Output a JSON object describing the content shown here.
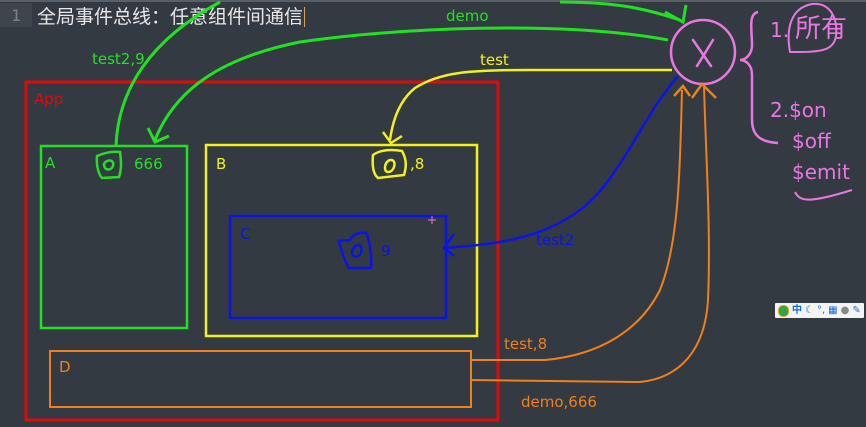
{
  "editor": {
    "line_number": "1",
    "line_text": "全局事件总线：任意组件间通信"
  },
  "colors": {
    "background": "#343a42",
    "app": "#e00a0a",
    "a": "#22e022",
    "b": "#f2f21a",
    "c": "#0a14e6",
    "d": "#f08018",
    "bus": "#e878e0"
  },
  "components": {
    "app": {
      "label": "App"
    },
    "a": {
      "label": "A",
      "value": "666"
    },
    "b": {
      "label": "B",
      "value": ",8"
    },
    "c": {
      "label": "C",
      "value": "9"
    },
    "d": {
      "label": "D"
    }
  },
  "arrows": {
    "demo": "demo",
    "test2_9": "test2,9",
    "test": "test",
    "test2": "test2",
    "test_8": "test,8",
    "demo_666": "demo,666"
  },
  "bus": {
    "symbol": "X"
  },
  "notes": {
    "n1": "1.",
    "n1_text": "所有",
    "n2": "2.$on",
    "n3": "$off",
    "n4": "$emit"
  },
  "ime_toolbar": {
    "icons": [
      "logo-icon",
      "chinese-mode-icon",
      "moon-icon",
      "punctuation-icon",
      "keyboard-icon",
      "user-icon",
      "wrench-icon"
    ],
    "mode_label": "中"
  }
}
